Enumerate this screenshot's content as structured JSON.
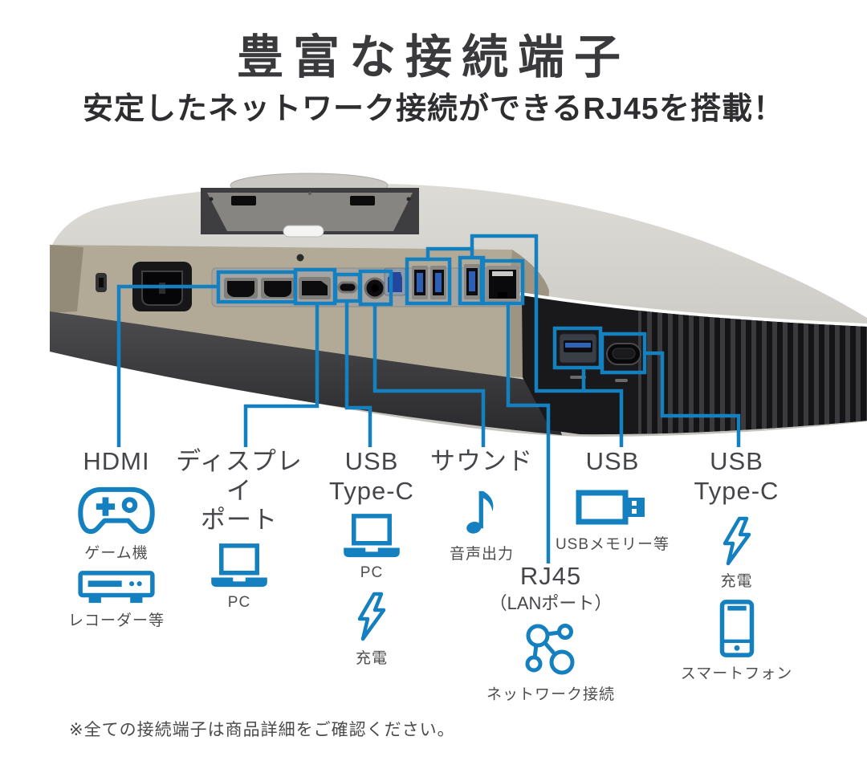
{
  "header": {
    "title": "豊富な接続端子",
    "subtitle": "安定したネットワーク接続ができるRJ45を搭載！"
  },
  "accent_color": "#1580c0",
  "callouts": {
    "hdmi": {
      "label": "HDMI",
      "devices": [
        {
          "icon": "game-controller-icon",
          "caption": "ゲーム機"
        },
        {
          "icon": "video-recorder-icon",
          "caption": "レコーダー等"
        }
      ]
    },
    "displayport": {
      "label_line1": "ディスプレイ",
      "label_line2": "ポート",
      "devices": [
        {
          "icon": "laptop-icon",
          "caption": "PC"
        }
      ]
    },
    "usb_type_c_rear": {
      "label_line1": "USB",
      "label_line2": "Type-C",
      "devices": [
        {
          "icon": "laptop-icon",
          "caption": "PC"
        },
        {
          "icon": "lightning-icon",
          "caption": "充電"
        }
      ]
    },
    "sound": {
      "label": "サウンド",
      "devices": [
        {
          "icon": "music-note-icon",
          "caption": "音声出力"
        }
      ]
    },
    "rj45": {
      "label": "RJ45",
      "sublabel": "（LANポート）",
      "devices": [
        {
          "icon": "network-icon",
          "caption": "ネットワーク接続"
        }
      ]
    },
    "usb": {
      "label": "USB",
      "devices": [
        {
          "icon": "usb-memory-icon",
          "caption": "USBメモリー等"
        }
      ]
    },
    "usb_type_c_side": {
      "label_line1": "USB",
      "label_line2": "Type-C",
      "devices": [
        {
          "icon": "lightning-icon",
          "caption": "充電"
        },
        {
          "icon": "smartphone-icon",
          "caption": "スマートフォン"
        }
      ]
    }
  },
  "footnote": "※全ての接続端子は商品詳細をご確認ください。"
}
